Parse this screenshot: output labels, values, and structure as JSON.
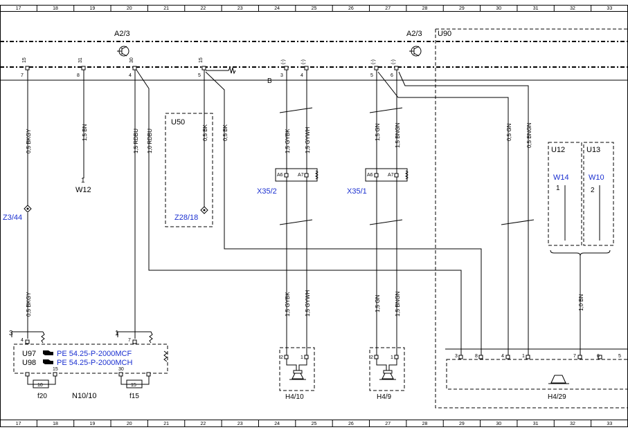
{
  "ruler": {
    "columns": [
      "17",
      "18",
      "19",
      "20",
      "21",
      "22",
      "23",
      "24",
      "25",
      "26",
      "27",
      "28",
      "29",
      "30",
      "31",
      "32",
      "33"
    ]
  },
  "labels": {
    "a23_left": "A2/3",
    "a23_right": "A2/3",
    "u90": "U90",
    "u50": "U50",
    "u12": "U12",
    "u13": "U13",
    "b": "B",
    "w12_pin": "1",
    "w12": "W12",
    "w14": "W14",
    "w14_pin": "1",
    "w10": "W10",
    "w10_pin": "2",
    "z344": "Z3/44",
    "z2818": "Z28/18",
    "x352": "X35/2",
    "x351": "X35/1",
    "u97": "U97",
    "u98": "U98",
    "ref1": "PE 54.25-P-2000MCF",
    "ref2": "PE 54.25-P-2000MCH",
    "f20": "f20",
    "n1010": "N10/10",
    "f15": "f15",
    "h410": "H4/10",
    "h49": "H4/9",
    "h429": "H4/29",
    "pin3": "3",
    "pin4": "4",
    "pin15": "15",
    "pin1": "1",
    "pin7": "7",
    "pin10": "10",
    "pin30": "30",
    "pin2": "2",
    "pin8": "8",
    "pin5": "5",
    "pin6": "6",
    "fuse10": "10",
    "fuse15": "15",
    "a6": "A6",
    "a7": "A7",
    "top_pin_labels": [
      "7",
      "8",
      "4",
      "5",
      "3",
      "4",
      "5",
      "6"
    ],
    "top_pin_codes": [
      "15",
      "31",
      "30",
      "15",
      "(-)",
      "(-)",
      "(-)",
      "(-)"
    ]
  },
  "wires": [
    "0,5 BKGY",
    "1,5 BN",
    "1,5 RDBU",
    "1,0 RDBU",
    "0,5 BK",
    "0,5 BK",
    "1,5 GYBK",
    "1,5 GYWH",
    "1,5 GN",
    "1,5 BNGN",
    "0,5 GN",
    "0,5 BNGN",
    "0,5 BKGY",
    "1,5 GYBK",
    "1,5 GYWH",
    "1,5 GN",
    "1,5 BNGN",
    "1,0 BN"
  ]
}
